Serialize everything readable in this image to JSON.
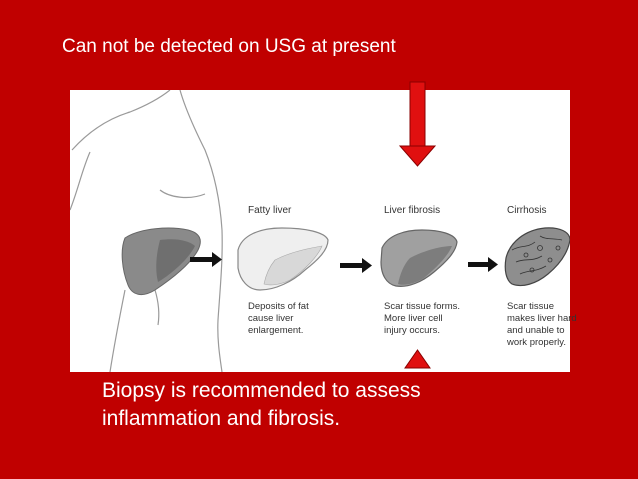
{
  "slide": {
    "background": "#c00000",
    "header_text": "Can not be detected on USG at present",
    "footer_lines": [
      "Biopsy is recommended to assess",
      "inflammation and fibrosis."
    ]
  },
  "diagram": {
    "stages": [
      {
        "title": "Fatty liver",
        "desc": [
          "Deposits of fat",
          "cause liver",
          "enlargement."
        ]
      },
      {
        "title": "Liver fibrosis",
        "desc": [
          "Scar tissue forms.",
          "More liver cell",
          "injury occurs."
        ]
      },
      {
        "title": "Cirrhosis",
        "desc": [
          "Scar tissue",
          "makes liver hard",
          "and unable to",
          "work properly."
        ]
      }
    ]
  },
  "annotations": {
    "arrow_color": "#e01010",
    "arrows": [
      "down-arrow-to-fibrosis",
      "up-arrow-to-fibrosis"
    ]
  }
}
